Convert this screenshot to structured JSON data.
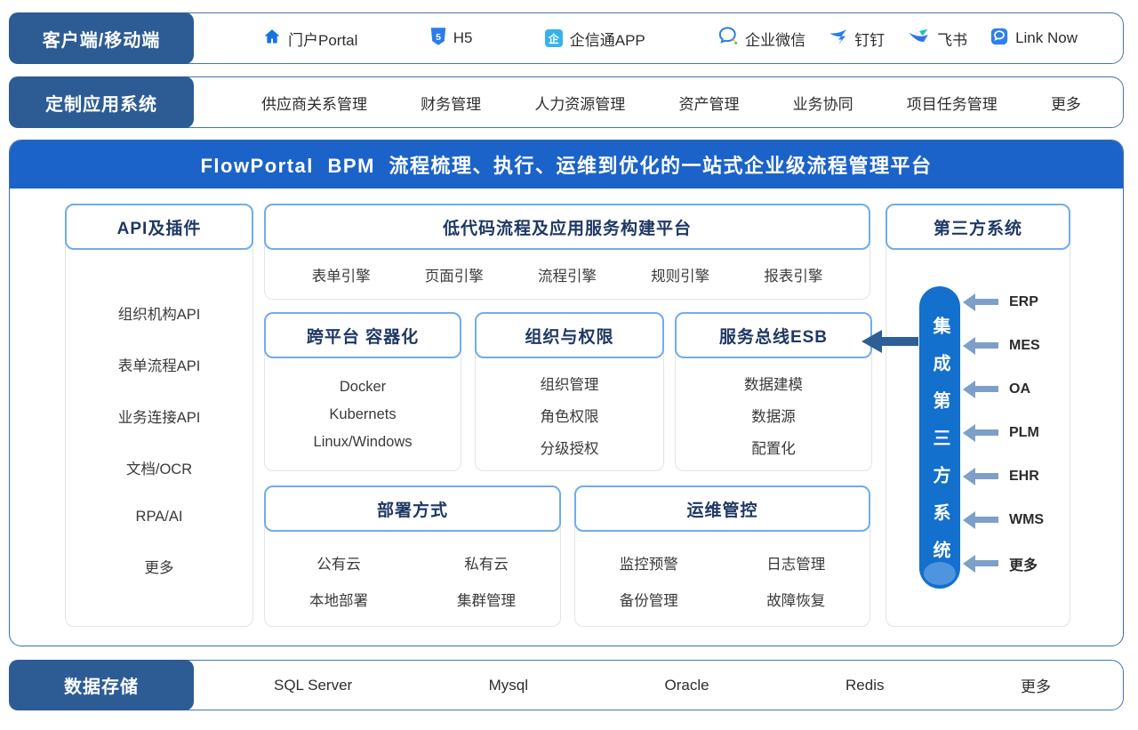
{
  "colors": {
    "tab_bg": "#2d5c95",
    "bar_border": "#4276ad",
    "banner_bg": "#1b63c8",
    "pill_bg": "#1370cd",
    "header_box_border": "#6fadea",
    "header_text": "#1f3864",
    "arrow_light": "#7d9fc8",
    "arrow_dark": "#2d5e96"
  },
  "client_bar": {
    "tab": "客户端/移动端",
    "items": [
      {
        "label": "门户Portal",
        "icon": "home-icon"
      },
      {
        "label": "H5",
        "icon": "h5-icon",
        "badge": "5"
      },
      {
        "label": "企信通APP",
        "icon": "qixintong-app-icon",
        "badge": "企"
      },
      {
        "label": "企业微信",
        "icon": "wecom-icon"
      },
      {
        "label": "钉钉",
        "icon": "dingtalk-icon"
      },
      {
        "label": "飞书",
        "icon": "feishu-icon"
      },
      {
        "label": "Link Now",
        "icon": "linknow-icon"
      }
    ]
  },
  "custom_bar": {
    "tab": "定制应用系统",
    "items": [
      "供应商关系管理",
      "财务管理",
      "人力资源管理",
      "资产管理",
      "业务协同",
      "项目任务管理",
      "更多"
    ]
  },
  "platform": {
    "banner": "FlowPortal BPM 流程梳理、执行、运维到优化的一站式企业级流程管理平台",
    "api_panel": {
      "title": "API及插件",
      "items": [
        "组织机构API",
        "表单流程API",
        "业务连接API",
        "文档/OCR",
        "RPA/AI",
        "更多"
      ]
    },
    "lowcode_panel": {
      "title": "低代码流程及应用服务构建平台",
      "items": [
        "表单引擎",
        "页面引擎",
        "流程引擎",
        "规则引擎",
        "报表引擎"
      ]
    },
    "container_panel": {
      "title": "跨平台 容器化",
      "items": [
        "Docker",
        "Kubernets",
        "Linux/Windows"
      ]
    },
    "org_panel": {
      "title": "组织与权限",
      "items": [
        "组织管理",
        "角色权限",
        "分级授权"
      ]
    },
    "esb_panel": {
      "title": "服务总线ESB",
      "items": [
        "数据建模",
        "数据源",
        "配置化"
      ]
    },
    "deploy_panel": {
      "title": "部署方式",
      "items": [
        "公有云",
        "私有云",
        "本地部署",
        "集群管理"
      ]
    },
    "ops_panel": {
      "title": "运维管控",
      "items": [
        "监控预警",
        "日志管理",
        "备份管理",
        "故障恢复"
      ]
    },
    "third_party_panel": {
      "title": "第三方系统",
      "pill": "集成第三方系统",
      "systems": [
        "ERP",
        "MES",
        "OA",
        "PLM",
        "EHR",
        "WMS",
        "更多"
      ]
    }
  },
  "storage_bar": {
    "tab": "数据存储",
    "items": [
      "SQL Server",
      "Mysql",
      "Oracle",
      "Redis",
      "更多"
    ]
  }
}
